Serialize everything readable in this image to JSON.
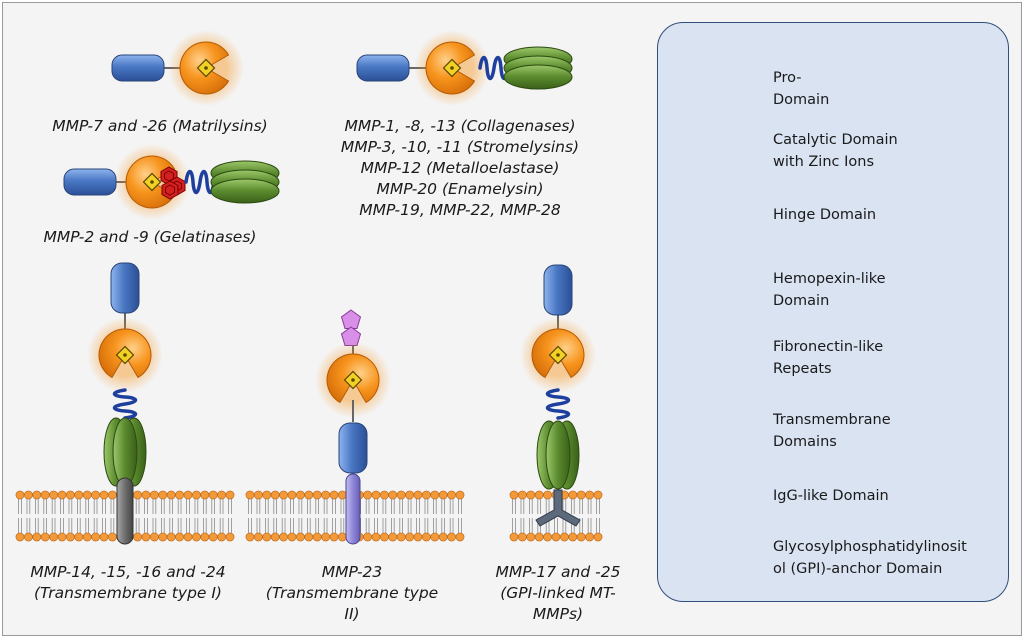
{
  "labels": {
    "matrilysins": "MMP-7 and -26 (Matrilysins)",
    "gelatinases": "MMP-2 and -9 (Gelatinases)",
    "group_lines": [
      "MMP-1, -8, -13 (Collagenases)",
      "MMP-3, -10, -11 (Stromelysins)",
      "MMP-12 (Metalloelastase)",
      "MMP-20 (Enamelysin)",
      "MMP-19, MMP-22, MMP-28"
    ],
    "mt_type1": [
      "MMP-14, -15, -16 and -24",
      "(Transmembrane type I)"
    ],
    "mmp23": [
      "MMP-23",
      "(Transmembrane type",
      "II)"
    ],
    "gpi_linked": [
      "MMP-17 and -25",
      "(GPI-linked MT-",
      "MMPs)"
    ]
  },
  "legend": [
    {
      "icon": "pro-domain-icon",
      "lines": [
        "Pro-",
        "Domain"
      ]
    },
    {
      "icon": "catalytic-domain-icon",
      "lines": [
        "Catalytic Domain",
        "with Zinc Ions"
      ]
    },
    {
      "icon": "hinge-domain-icon",
      "lines": [
        "Hinge Domain"
      ]
    },
    {
      "icon": "hemopexin-domain-icon",
      "lines": [
        "Hemopexin-like",
        "Domain"
      ]
    },
    {
      "icon": "fibronectin-repeats-icon",
      "lines": [
        "Fibronectin-like",
        "Repeats"
      ]
    },
    {
      "icon": "transmembrane-domains-icon",
      "lines": [
        "Transmembrane",
        "Domains"
      ]
    },
    {
      "icon": "igg-domain-icon",
      "lines": [
        "IgG-like Domain"
      ]
    },
    {
      "icon": "gpi-anchor-icon",
      "lines": [
        "Glycosylphosphatidylinosit",
        "ol (GPI)-anchor Domain"
      ]
    }
  ],
  "colors": {
    "pro_domain": "#4a78c4",
    "catalytic": "#f7941d",
    "zinc": "#f2d024",
    "hinge": "#1f3f9e",
    "hemopexin": "#5a8a2e",
    "fibronectin": "#d42020",
    "tm_type1": "#6e6e6e",
    "tm_type2": "#8e86d8",
    "igg": "#d98ee8",
    "gpi": "#5c6a7c",
    "membrane": "#e8892a",
    "panel": "#dae3f2"
  }
}
